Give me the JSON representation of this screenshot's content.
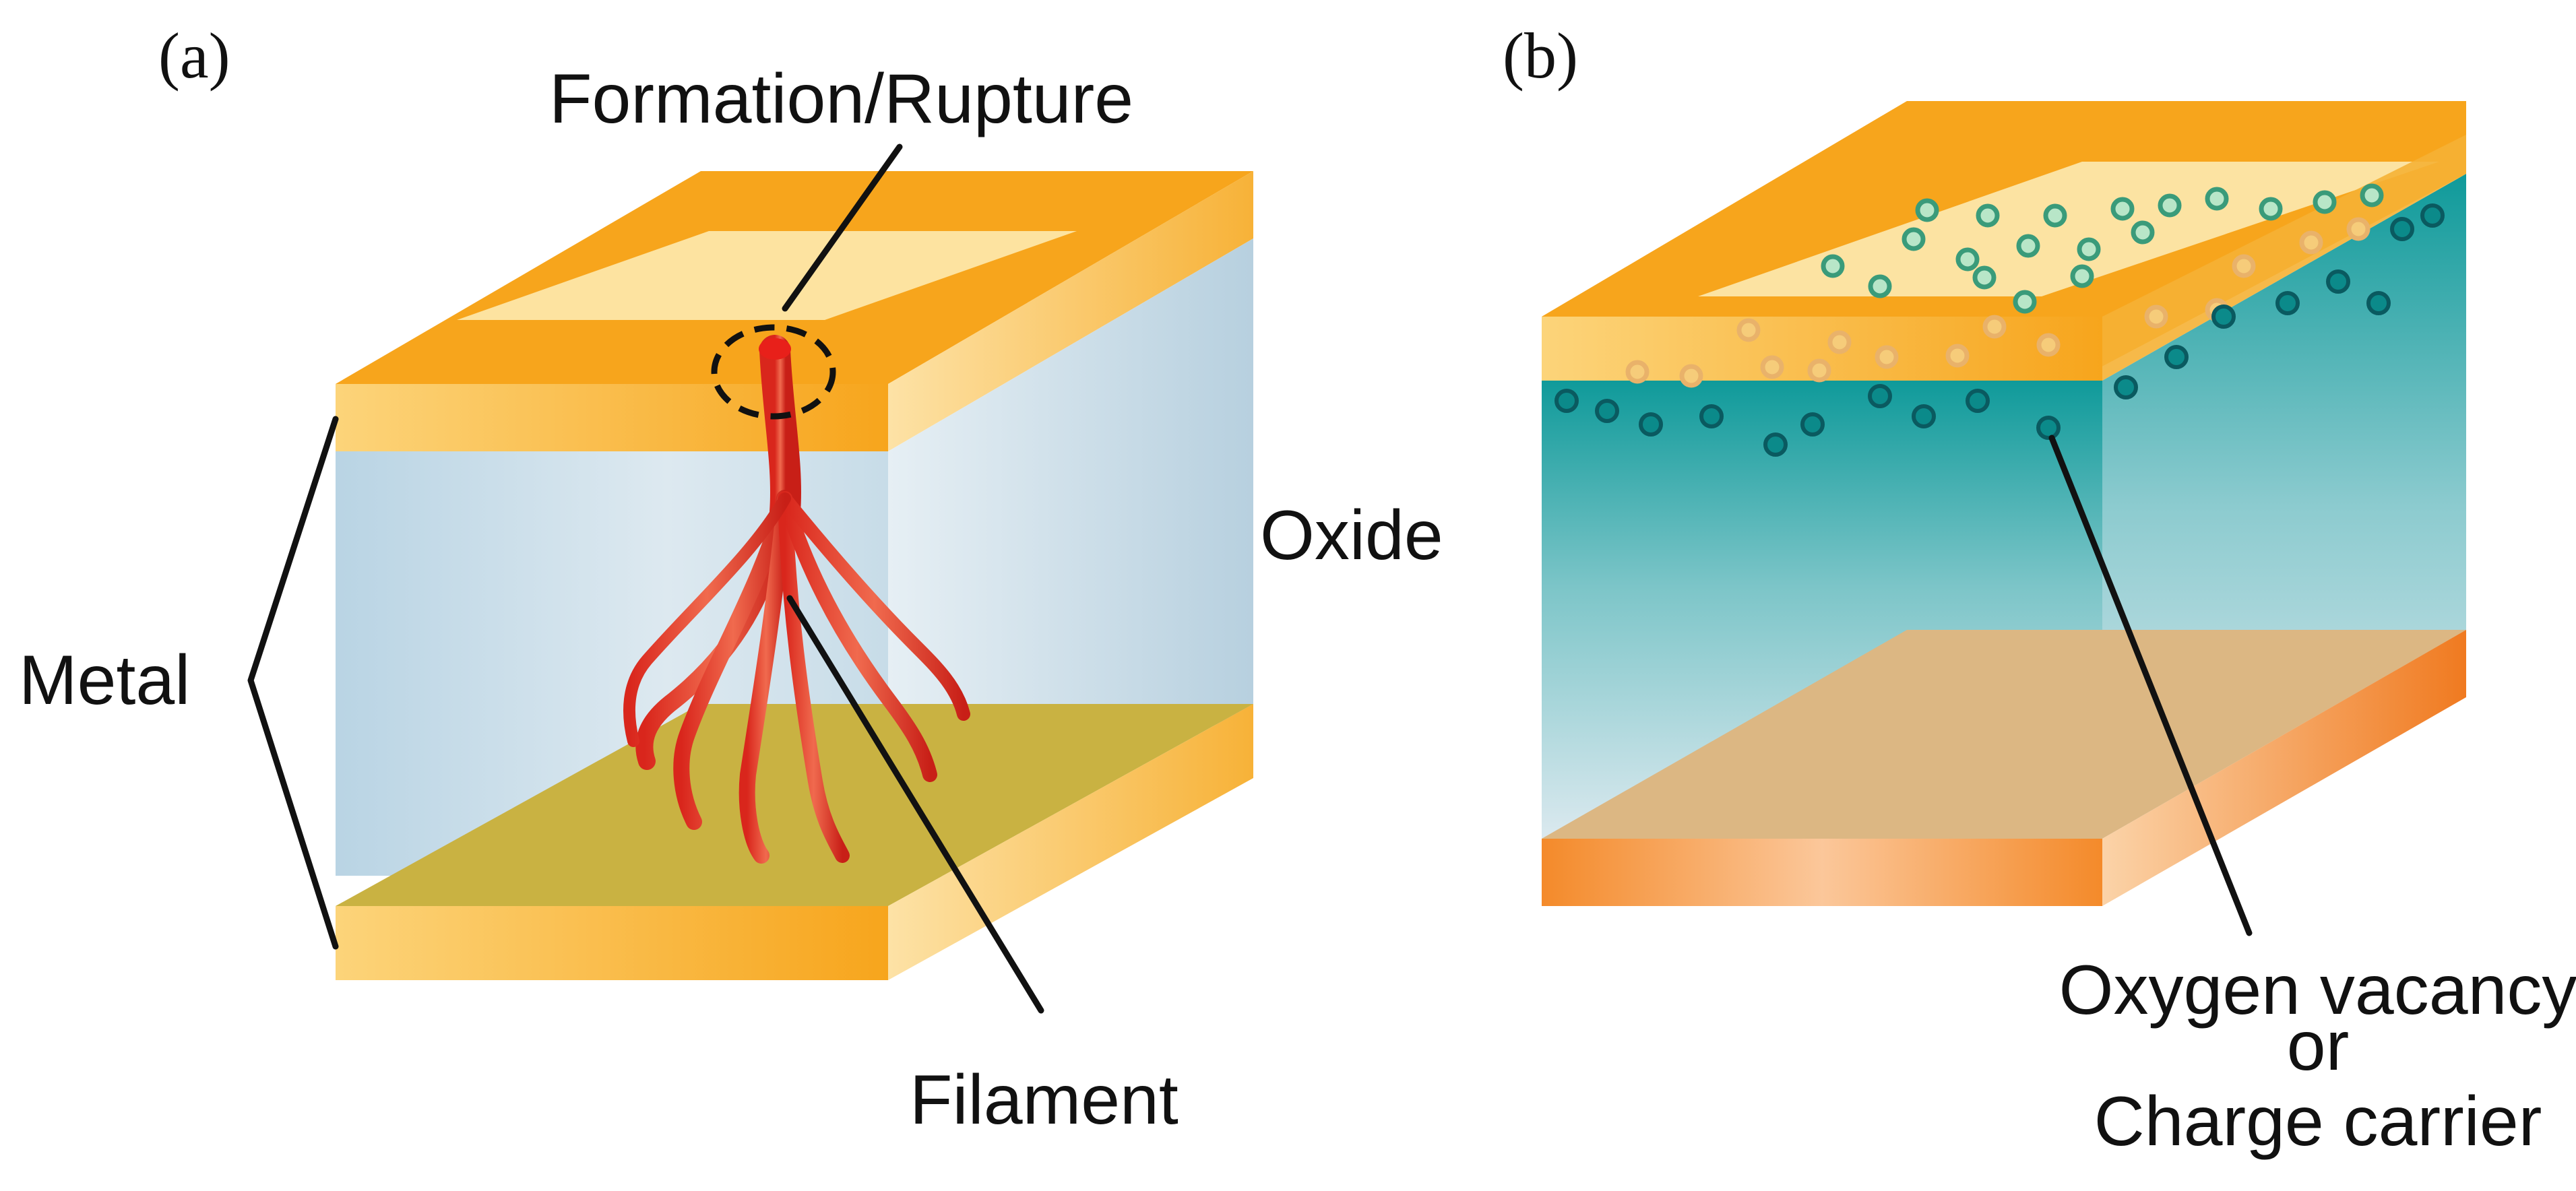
{
  "panel_a": {
    "tag": "(a)",
    "labels": {
      "formation": "Formation/Rupture",
      "oxide": "Oxide",
      "metal": "Metal",
      "filament": "Filament"
    }
  },
  "panel_b": {
    "tag": "(b)",
    "labels": {
      "vacancy_line1": "Oxygen vacancy",
      "vacancy_line2": "or",
      "vacancy_line3": "Charge carrier"
    }
  },
  "colors": {
    "metal_top": "#f7a51c",
    "metal_light": "#fde3a0",
    "oxide": "#c9dde8",
    "filament": "#d6291f",
    "carrier_dark": "#0b8a8a",
    "carrier_light": "#5fc7a8",
    "bottom_electrode": "#f08a2a"
  }
}
